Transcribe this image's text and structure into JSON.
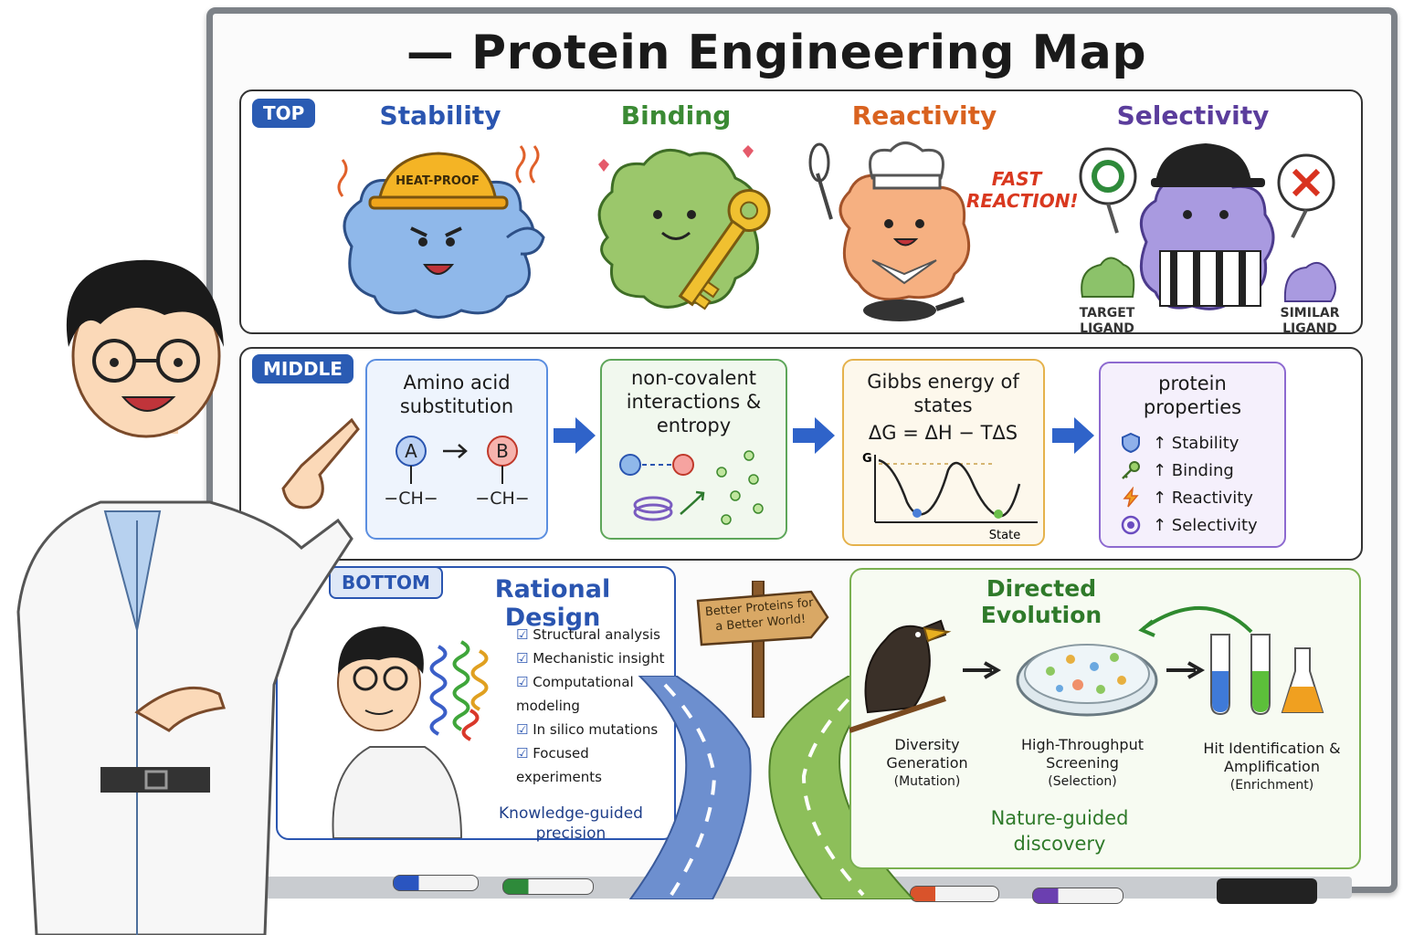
{
  "title": "Protein Engineering Map",
  "top": {
    "tag": "TOP",
    "categories": [
      {
        "label": "Stability",
        "color": "#2a55b0",
        "hat": "HEAT-PROOF"
      },
      {
        "label": "Binding",
        "color": "#3b8a34"
      },
      {
        "label": "Reactivity",
        "color": "#d9621f",
        "note": "FAST REACTION!"
      },
      {
        "label": "Selectivity",
        "color": "#5b3d9c",
        "left_label": "TARGET LIGAND",
        "right_label": "SIMILAR LIGAND"
      }
    ]
  },
  "middle": {
    "tag": "MIDDLE",
    "cards": [
      {
        "title": "Amino acid substitution",
        "a": "A",
        "b": "B",
        "sub": "−CH−"
      },
      {
        "title": "non-covalent interactions & entropy"
      },
      {
        "title": "Gibbs energy of states",
        "formula": "ΔG = ΔH − TΔS",
        "y_axis": "G",
        "x_axis": "State"
      },
      {
        "title": "protein properties",
        "items": [
          "↑ Stability",
          "↑ Binding",
          "↑ Reactivity",
          "↑ Selectivity"
        ]
      }
    ]
  },
  "bottom": {
    "tag": "BOTTOM",
    "rational": {
      "title": "Rational Design",
      "checks": [
        "Structural analysis",
        "Mechanistic insight",
        "Computational modeling",
        "In silico mutations",
        "Focused experiments"
      ],
      "footer": "Knowledge-guided precision"
    },
    "sign": "Better Proteins for a Better World!",
    "directed": {
      "title": "Directed Evolution",
      "steps": [
        {
          "label": "Diversity Generation",
          "sub": "(Mutation)"
        },
        {
          "label": "High-Throughput Screening",
          "sub": "(Selection)"
        },
        {
          "label": "Hit Identification & Amplification",
          "sub": "(Enrichment)"
        }
      ],
      "footer": "Nature-guided discovery"
    }
  },
  "colors": {
    "accent": "#2a5bb3",
    "arrow": "#2f63c9"
  }
}
